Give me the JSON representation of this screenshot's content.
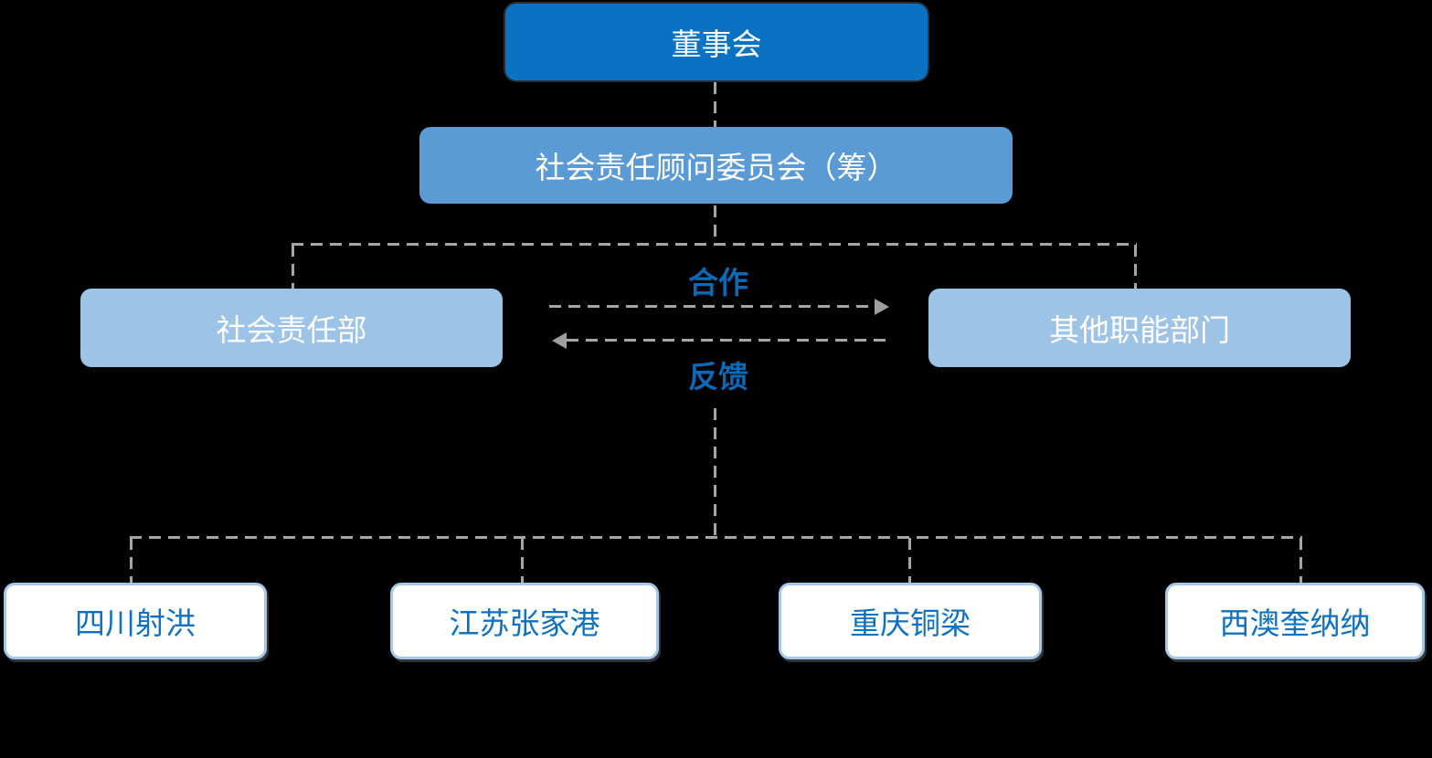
{
  "diagram": {
    "title_implicit": "CSR organizational structure chart",
    "background_color": "#000000",
    "colors": {
      "level1_fill": "#0a72c2",
      "level2_fill": "#5b9bd5",
      "level3_fill": "#9dc3e6",
      "site_border": "#a5c8ea",
      "site_text": "#0e70c0",
      "connector_gray": "#a6a6a6",
      "edge_label_blue": "#0b6ab8",
      "node_text_white": "#ffffff"
    },
    "nodes": {
      "board": {
        "label": "董事会",
        "level": 1
      },
      "committee": {
        "label": "社会责任顾问委员会（筹）",
        "level": 2
      },
      "csr_dept": {
        "label": "社会责任部",
        "level": 3
      },
      "other_dept": {
        "label": "其他职能部门",
        "level": 3
      },
      "site_1": {
        "label": "四川射洪",
        "level": 4
      },
      "site_2": {
        "label": "江苏张家港",
        "level": 4
      },
      "site_3": {
        "label": "重庆铜梁",
        "level": 4
      },
      "site_4": {
        "label": "西澳奎纳纳",
        "level": 4
      }
    },
    "edges": {
      "cooperation": {
        "label": "合作",
        "direction": "csr_dept → other_dept",
        "style": "dashed-arrow"
      },
      "feedback": {
        "label": "反馈",
        "direction": "other_dept → csr_dept",
        "style": "dashed-arrow"
      },
      "hierarchy_style": "dashed"
    }
  }
}
